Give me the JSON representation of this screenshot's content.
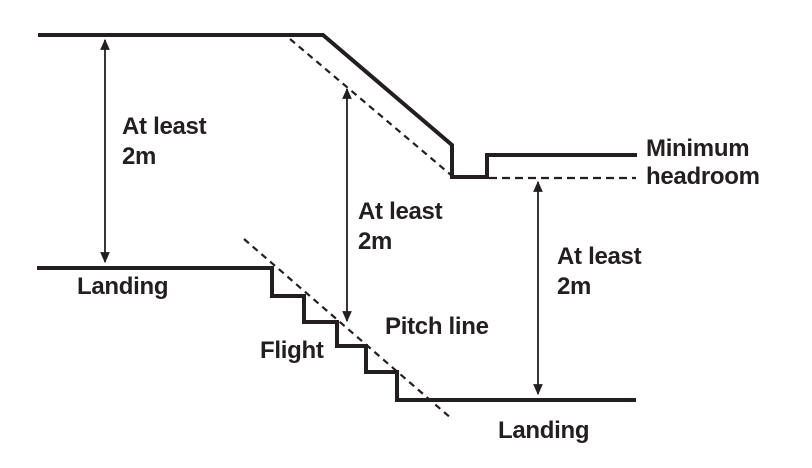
{
  "diagram": {
    "type": "stair-minimum-headroom-requirements",
    "colors": {
      "ink": "#231f20",
      "background": "#ffffff"
    },
    "labels": {
      "at_least_left": {
        "line1": "At least",
        "line2": "2m"
      },
      "at_least_middle": {
        "line1": "At least",
        "line2": "2m"
      },
      "at_least_right": {
        "line1": "At least",
        "line2": "2m"
      },
      "landing_upper": "Landing",
      "flight": "Flight",
      "pitch_line": "Pitch line",
      "landing_lower": "Landing",
      "minimum_headroom": {
        "line1": "Minimum",
        "line2": "headroom"
      }
    }
  }
}
